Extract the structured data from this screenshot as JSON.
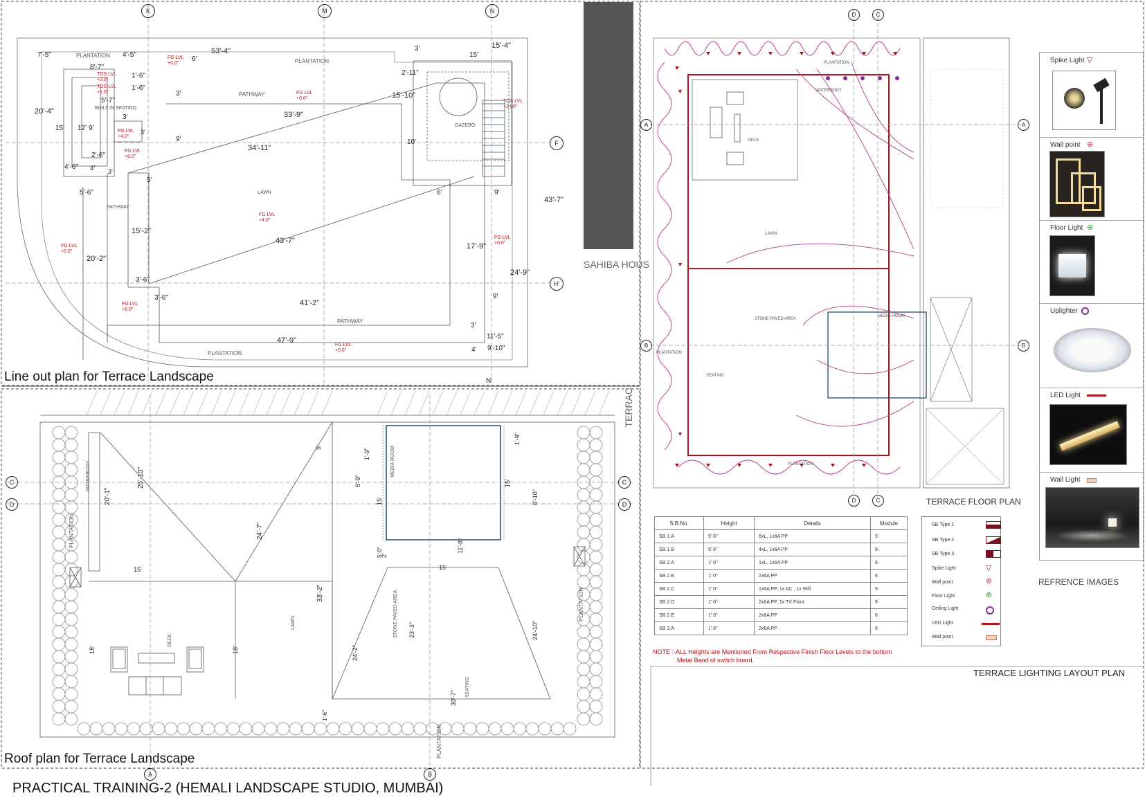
{
  "sheet_title": "PRACTICAL TRAINING-2 (HEMALI LANDSCAPE STUDIO, MUMBAI)",
  "panels": {
    "lineout": {
      "title": "Line out plan for Terrace Landscape",
      "labels": {
        "plantation_top_left": "PLANTATION",
        "plantation_top_mid": "PLANTATION",
        "pathway_top": "PATHWAY",
        "built_in_seating": "BUILT IN SEATING",
        "gazebo": "GAZEBO",
        "lawn": "LAWN",
        "pathway_left": "PATHWAY",
        "pathway_bottom": "PATHWAY",
        "plantation_bottom": "PLANTATION"
      },
      "levels": [
        {
          "name": "FG LVL",
          "value": "+0.0\""
        },
        {
          "name": "TOS LVL",
          "value": "+2.0\""
        },
        {
          "name": "TOS LVL",
          "value": "+1.0\""
        },
        {
          "name": "FG LVL",
          "value": "+0.0\""
        },
        {
          "name": "FG LVL",
          "value": "+4.0\""
        },
        {
          "name": "FG LVL",
          "value": "+6.0\""
        },
        {
          "name": "TOS LVL",
          "value": "+2.00\""
        },
        {
          "name": "FG LVL",
          "value": "+4.0\""
        },
        {
          "name": "FG LVL",
          "value": "+0.0\""
        },
        {
          "name": "FG LVL",
          "value": "+6.0\""
        },
        {
          "name": "FG LVL",
          "value": "+6.0\""
        },
        {
          "name": "FG LVL",
          "value": "+0.0\""
        }
      ],
      "dimensions": [
        "7'-5\"",
        "4'-5\"",
        "53'-4\"",
        "6'",
        "3'",
        "15'-4\"",
        "8'-7\"",
        "1'-6\"",
        "15'",
        "2'-11\"",
        "1'-6\"",
        "3'",
        "PLANTATION",
        "5'-7\"",
        "15'-10\"",
        "3'",
        "20'-4\"",
        "33'-9\"",
        "15'",
        "12'",
        "9'",
        "3'",
        "10'",
        "34'-11\"",
        "2'-6\"",
        "4'",
        "3'",
        "4'-6\"",
        "9'",
        "5'",
        "6'",
        "9'",
        "5'-6\"",
        "43'-7\"",
        "15'-2\"",
        "43'-7\"",
        "17'-9\"",
        "20'-2\"",
        "24'-9\"",
        "3'-6\"",
        "3'-6\"",
        "9'",
        "41'-2\"",
        "3'",
        "47'-9\"",
        "11'-5\"",
        "4'",
        "9'-10\""
      ],
      "grid_markers": [
        "K",
        "M",
        "N",
        "F",
        "H'",
        "N'"
      ]
    },
    "roof": {
      "title": "Roof plan for Terrace Landscape",
      "labels": {
        "waterbody": "WATERBODY",
        "plantation_left": "PLANTATION",
        "media_room": "MEDIA ROOM",
        "deck": "DECK",
        "lawn": "LAWN",
        "stone_paved_area": "STONE PAVED AREA",
        "plantation_right": "PLANTATION",
        "seating": "SEATING",
        "plantation_bottom": "PLANTATION"
      },
      "dimensions": [
        "25'-10\"",
        "20'-1\"",
        "24'-7\"",
        "1'-9\"",
        "5'",
        "6'-9\"",
        "15'",
        "8'-10\"",
        "15'",
        "15'",
        "11'-8\"",
        "2'",
        "5'-0\"",
        "15'",
        "33'-2\"",
        "18'",
        "18'",
        "23'-3\"",
        "24'-2\"",
        "24'-10\"",
        "30'-7\"",
        "1'-6\"",
        "1'-9\""
      ],
      "grid_markers": [
        "C",
        "D",
        "C",
        "D",
        "A",
        "B"
      ]
    },
    "lighting": {
      "sahiba": "SAHIBA HOUS",
      "terrace_vertical": "TERRAC",
      "floor_plan_title": "TERRACE FLOOR PLAN",
      "layout_title": "TERRACE LIGHTING LAYOUT PLAN",
      "labels": {
        "waterbody": "WATERBODY",
        "plantation_top": "PLANTATION",
        "deck": "DECK",
        "lawn": "LAWN",
        "stone_paved_area": "STONE PAVED AREA",
        "media_room": "MEDIA ROOM",
        "seating": "SEATING",
        "plantation_left": "PLANTATION",
        "plantation_bottom": "PLANTATION"
      },
      "grid_markers": [
        "D",
        "C",
        "A",
        "A",
        "B",
        "B",
        "D",
        "C"
      ],
      "sb_table": {
        "headers": [
          "S.B.No.",
          "Height",
          "Details",
          "Module"
        ],
        "rows": [
          [
            "SB 1.A",
            "5' 6\"",
            "6xL, 1x6A PP",
            "9"
          ],
          [
            "SB 1.B",
            "5' 6\"",
            "4xL, 1x6A PP",
            "8"
          ],
          [
            "SB 2.A",
            "1' 0\"",
            "1xL, 1x6A PP",
            "6"
          ],
          [
            "SB 2.B",
            "1' 0\"",
            "2x6A PP",
            "6"
          ],
          [
            "SB 2.C",
            "1' 0\"",
            "1x6A PP, 1x AC , 1x Wifi",
            "9"
          ],
          [
            "SB 2.D",
            "1' 0\"",
            "2x6A PP, 1x TV Point",
            "9"
          ],
          [
            "SB 2.E",
            "1' 0\"",
            "2x6A PP",
            "6"
          ],
          [
            "SB 3.A",
            "1' 6\"",
            "2x6A PP",
            "6"
          ]
        ]
      },
      "note_line1": "NOTE :-ALL Heights are Mentioned From Respective Finish Floor Levels to the bottom",
      "note_line2": "Metal Band of switch board.",
      "legend": [
        {
          "label": "SB Type 1",
          "icon": "sb-type1-icon"
        },
        {
          "label": "SB Type 2",
          "icon": "sb-type2-icon"
        },
        {
          "label": "SB Type 3",
          "icon": "sb-type3-icon"
        },
        {
          "label": "Spike Light",
          "icon": "spike-light-icon"
        },
        {
          "label": "Wall point",
          "icon": "wall-point-icon"
        },
        {
          "label": "Floor Light",
          "icon": "floor-light-icon"
        },
        {
          "label": "Ceiling Light",
          "icon": "ceiling-light-icon"
        },
        {
          "label": "LED Light",
          "icon": "led-light-icon"
        },
        {
          "label": "Wall point",
          "icon": "wall-point-strip-icon"
        }
      ]
    }
  },
  "reference": {
    "caption": "REFRENCE IMAGES",
    "items": [
      {
        "name": "Spike Light",
        "icon": "spike-light-icon"
      },
      {
        "name": "Wall point",
        "icon": "wall-point-icon"
      },
      {
        "name": "Floor Light",
        "icon": "floor-light-icon"
      },
      {
        "name": "Uplighter",
        "icon": "uplighter-icon"
      },
      {
        "name": "LED  Light",
        "icon": "led-light-icon"
      },
      {
        "name": "Wall Light",
        "icon": "wall-light-icon"
      }
    ]
  },
  "colors": {
    "accent_red": "#b0121b",
    "plan_line": "#444444",
    "wire": "#b43a8a",
    "legend_green": "#3a9a3a",
    "legend_purple": "#8a2a9a"
  }
}
